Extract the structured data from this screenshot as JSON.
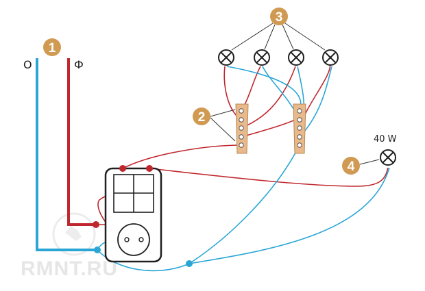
{
  "labels": {
    "neutral": "О",
    "phase": "Ф",
    "lamp_power": "40 W"
  },
  "badges": [
    "1",
    "2",
    "3",
    "4"
  ],
  "watermark": "RMNT.RU",
  "colors": {
    "neutral_wire": "#2aa6d6",
    "phase_wire": "#c0272d",
    "badge": "#d09a52",
    "terminal_block": "#e8b98a",
    "outline": "#1f1f1f"
  },
  "icons": {
    "lamp": "cross-circle-lamp-icon",
    "socket": "power-socket-icon",
    "switch": "double-switch-icon"
  }
}
